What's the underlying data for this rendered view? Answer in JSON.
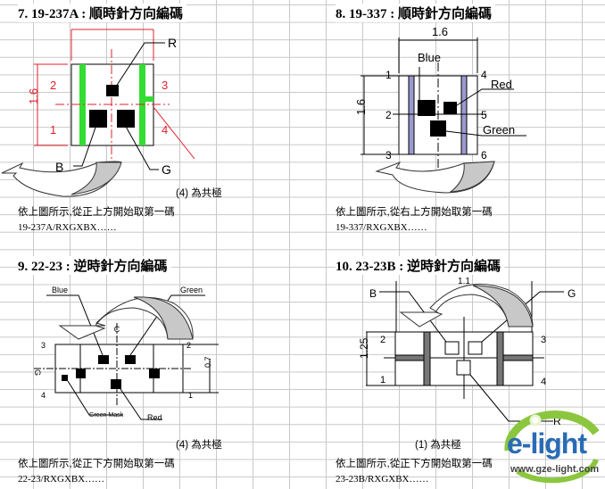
{
  "sections": [
    {
      "title": "7. 19-237A : 順時針方向編碼",
      "note": "(4) 為共極",
      "instruction": "依上圖所示,從正上方開始取第一碼",
      "code": "19-237A/RXGXBX……",
      "diagram": {
        "labels": {
          "r": "R",
          "b": "B",
          "g": "G",
          "dim": "1.6",
          "p1": "1",
          "p2": "2",
          "p3": "3",
          "p4": "4"
        }
      }
    },
    {
      "title": "8. 19-337 : 順時針方向編碼",
      "instruction": "依上圖所示,從右上方開始取第一碼",
      "code": "19-337/RXGXBX……",
      "diagram": {
        "labels": {
          "blue": "Blue",
          "red": "Red",
          "green": "Green",
          "dim_w": "1.6",
          "dim_h": "1.6",
          "p1": "1",
          "p2": "2",
          "p3": "3",
          "p4": "4",
          "p5": "5",
          "p6": "6"
        }
      }
    },
    {
      "title": "9. 22-23 : 逆時針方向編碼",
      "note": "(4) 為共極",
      "instruction": "依上圖所示,從正下方開始取第一碼",
      "code": "22-23/RXGXBX……",
      "diagram": {
        "labels": {
          "blue": "Blue",
          "green": "Green",
          "green_mask": "Green Mask",
          "red": "Red",
          "dim": "0.7",
          "g": "G",
          "c": "C",
          "p1": "1",
          "p2": "2",
          "p3": "3",
          "p4": "4"
        }
      }
    },
    {
      "title": "10. 23-23B : 逆時針方向編碼",
      "note": "(1) 為共極",
      "instruction": "依上圖所示,從正下方開始取第一碼",
      "code": "23-23B/RXGXBX……",
      "diagram": {
        "labels": {
          "b": "B",
          "g": "G",
          "r": "R",
          "dim": "1.25",
          "dim_top": "1.1",
          "p1": "1",
          "p2": "2",
          "p3": "3",
          "p4": "4"
        }
      }
    }
  ],
  "logo": {
    "text": "e-light",
    "url": "www.gze-light.com",
    "colors": {
      "green": "#8cc63f",
      "blue": "#2a6bb5"
    }
  },
  "colors": {
    "dimension_red": "#e0202a",
    "pad_green": "#33dd33",
    "arrow_gray": "#c8c8c8"
  }
}
